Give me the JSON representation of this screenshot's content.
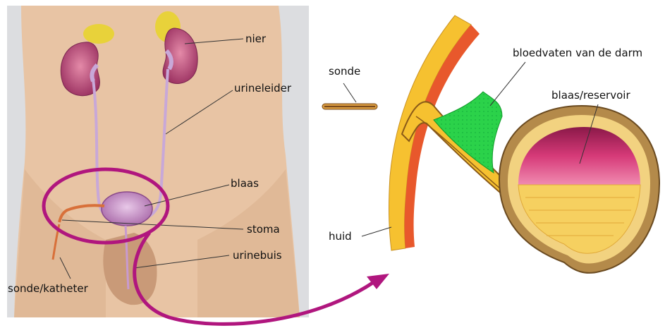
{
  "labels": {
    "nier": "nier",
    "urineleider": "urineleider",
    "blaas": "blaas",
    "stoma": "stoma",
    "urinebuis": "urinebuis",
    "sonde_katheter": "sonde/katheter",
    "sonde": "sonde",
    "huid": "huid",
    "bloedvaten": "bloedvaten van de darm",
    "blaas_reservoir": "blaas/reservoir"
  },
  "colors": {
    "panel_bg": "#dcdde0",
    "skin": "#e6c2a2",
    "kidney": "#b85080",
    "adrenal": "#e8d23a",
    "ureter": "#c8a8d8",
    "highlight": "#b0167e",
    "skin_layer_yellow": "#f6c130",
    "skin_layer_red": "#e8582c",
    "vessels": "#2bd24a",
    "reservoir_inner": "#d0306a",
    "reservoir_wall": "#b48a4a"
  }
}
